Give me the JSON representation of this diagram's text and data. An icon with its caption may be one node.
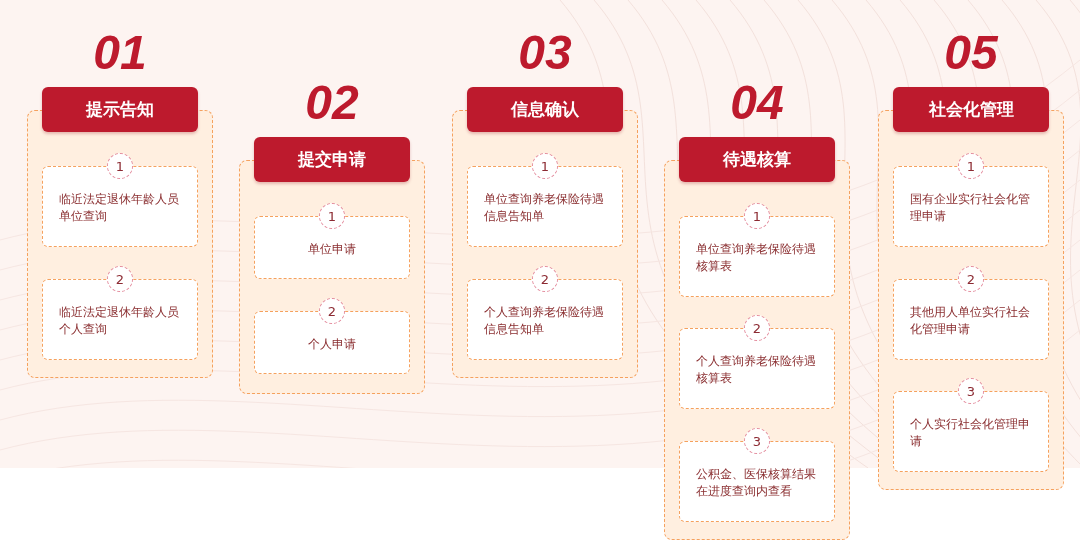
{
  "diagram": {
    "nodes": [
      {
        "text": [
          "提示告知"
        ],
        "beside": [
          "01"
        ]
      },
      {
        "text": [],
        "shape": "box"
      },
      {
        "text": [
          "1"
        ],
        "in": 1
      },
      {
        "text": [
          "临近法定退休年龄人员单位查询"
        ],
        "in": 1
      },
      {
        "text": [
          "2"
        ],
        "in": 1
      },
      {
        "text": [
          "临近法定退休年龄人员个人查询"
        ],
        "in": 1
      },
      {
        "text": [
          "提交申请"
        ],
        "beside": [
          "02"
        ]
      },
      {
        "text": [],
        "shape": "box"
      },
      {
        "text": [
          "1"
        ],
        "in": 7
      },
      {
        "text": [
          "单位申请"
        ],
        "in": 7
      },
      {
        "text": [
          "2"
        ],
        "in": 7
      },
      {
        "text": [
          "个人申请"
        ],
        "in": 7
      },
      {
        "text": [
          "信息确认"
        ],
        "beside": [
          "03"
        ]
      },
      {
        "text": [],
        "shape": "box"
      },
      {
        "text": [
          "1"
        ],
        "in": 13
      },
      {
        "text": [
          "单位查询养老保险待遇信息告知单"
        ],
        "in": 13
      },
      {
        "text": [
          "2"
        ],
        "in": 13
      },
      {
        "text": [
          "个人查询养老保险待遇信息告知单"
        ],
        "in": 13
      },
      {
        "text": [
          "待遇核算"
        ],
        "beside": [
          "04"
        ]
      },
      {
        "text": [],
        "shape": "box"
      },
      {
        "text": [
          "1"
        ],
        "in": 19
      },
      {
        "text": [
          "单位查询养老保险待遇核算表"
        ],
        "in": 19
      },
      {
        "text": [
          "2"
        ],
        "in": 19
      },
      {
        "text": [
          "个人查询养老保险待遇核算表"
        ],
        "in": 19
      },
      {
        "text": [
          "3"
        ],
        "in": 19
      },
      {
        "text": [
          "公积金、医保核算结果在进度查询内查看"
        ],
        "in": 19
      },
      {
        "text": [
          "社会化管理"
        ],
        "beside": [
          "05"
        ]
      },
      {
        "text": [],
        "shape": "box"
      },
      {
        "text": [
          "1"
        ],
        "in": 27
      },
      {
        "text": [
          "国有企业实行社会化管理申请"
        ],
        "in": 27
      },
      {
        "text": [
          "2"
        ],
        "in": 27
      },
      {
        "text": [
          "其他用人单位实行社会化管理申请"
        ],
        "in": 27
      },
      {
        "text": [
          "3"
        ],
        "in": 27
      },
      {
        "text": [
          "个人实行社会化管理申请"
        ],
        "in": 27
      }
    ]
  }
}
